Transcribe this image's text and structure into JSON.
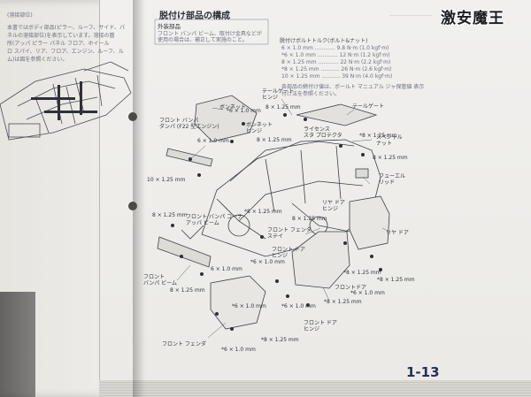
{
  "watermark": "激安魔王",
  "left_page": {
    "section_tag": "(溶接部位)",
    "lines": [
      "本書ではボディ部品(ピラー、ルーフ、サイド、パ",
      "ネルの溶接部位)を表示しています。溶接の箇",
      "所(アッパ ピラー パネル フロア、ホイール",
      "ロ スパイ、リア、フロア、エンジン、ルーフ、ル",
      "ム)は図を参照ください。"
    ]
  },
  "right_page": {
    "heading": "脱付け部品の構成",
    "subheading": "外装部品",
    "box_lines": [
      "フロント バンパ ビーム、取付け金具などが",
      "使用の場合は、補正して実施のこと。"
    ],
    "torque_title": "脱付けボルトトルク(ボルト&ナット)",
    "torque": [
      "6 × 1.0 mm ............ 9.8 N·m (1.0 kgf·m)",
      "*6 × 1.0 mm ............ 12 N·m (1.2 kgf·m)",
      "8 × 1.25 mm ............ 22 N·m (2.2 kgf·m)",
      "*8 × 1.25 mm ........... 26 N·m (2.6 kgf·m)",
      "10 × 1.25 mm ........... 39 N·m (4.0 kgf·m)"
    ],
    "note_lines": [
      "各部品の締付け値は、ボールト マニュアル ジャ保管値 表示",
      "付け法を参照ください。"
    ],
    "page_number": "1-13"
  },
  "labels": {
    "bonnet": "ボンネット",
    "tailgate_hinge": "テールゲート\nヒンジ",
    "tailgate": "テールゲート",
    "bonnet_hinge": "ボンネット\nヒンジ",
    "front_bumper_damper": "フロント バンパ\nダンパ (F22 型エンジン)",
    "license_plate": "ライセンス\nスタ プロテクタ",
    "spare_tire_well": "スペシャル\nナット",
    "fuel_lid": "フューエル\nリッド",
    "rear_door": "リヤ ドア",
    "rear_door_hinge": "リヤ ドア\nヒンジ",
    "front_fender_stay": "フロント フェンダ\nステイ",
    "front_door_hinge": "フロント ドア\nヒンジ",
    "front_door": "フロントドア",
    "front_bumper_corner": "フロント バンパ コーナ\nアッパ ビーム",
    "front_bumper_beam": "フロント\nバンパ ビーム",
    "front_fender": "フロント フェンダ",
    "front_door_hinge2": "フロント ドア\nヒンジ"
  },
  "fasteners": {
    "f1": "*6 × 1.0 mm",
    "f2": "8 × 1.25 mm",
    "f3": "6 × 1.0 mm",
    "f4": "8 × 1.25 mm",
    "f5": "*8 × 1.25 mm",
    "f6": "10 × 1.25 mm",
    "f7": "*8 × 1.25 mm",
    "f8": "6 × 1.0 mm",
    "f9": "8 × 1.25 mm",
    "f10": "*8 × 1.25 mm",
    "f11": "*6 × 1.0 mm",
    "f12": "8 × 1.25 mm",
    "f13": "*6 × 1.0 mm",
    "f14": "*6 × 1.0 mm",
    "f15": "*8 × 1.25 mm",
    "f16": "*6 × 1.0 mm",
    "f17": "*8 × 1.25 mm",
    "f18": "*6 × 1.0 mm",
    "f19": "*8 × 1.25 mm",
    "f20": "8 × 1.25 mm"
  }
}
